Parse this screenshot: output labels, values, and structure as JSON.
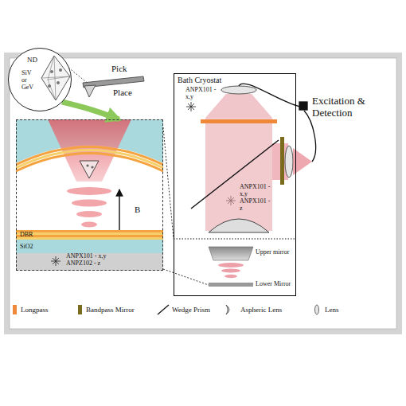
{
  "diagram": {
    "nodes": [
      {
        "text": [
          "ND",
          "SiV or GeV"
        ]
      },
      {
        "text": [
          "B",
          "DBR",
          "SiO2",
          "ANPX101 - x,y ANPZ102 - z"
        ]
      },
      {
        "text": [
          "Bath Cryostat",
          "ANPX101 - x,y",
          "ANPX101 - x,y ANPX101 - z",
          "Upper mirror",
          "Lower Mirror"
        ]
      }
    ],
    "edges": [
      {
        "from": 0,
        "to": 1,
        "arrow": "to"
      },
      {
        "from": 1,
        "to": 2,
        "arrow": "none"
      }
    ],
    "labels": [
      "Pick",
      "Place",
      "Excitation & Detection"
    ],
    "legend": [
      {
        "text": "Longpass",
        "color": "#f0883a"
      },
      {
        "text": "Bandpass Mirror",
        "color": "#7b6b1d"
      },
      {
        "text": "Wedge Prism"
      },
      {
        "text": "Aspheric Lens"
      },
      {
        "text": "Lens"
      }
    ]
  }
}
